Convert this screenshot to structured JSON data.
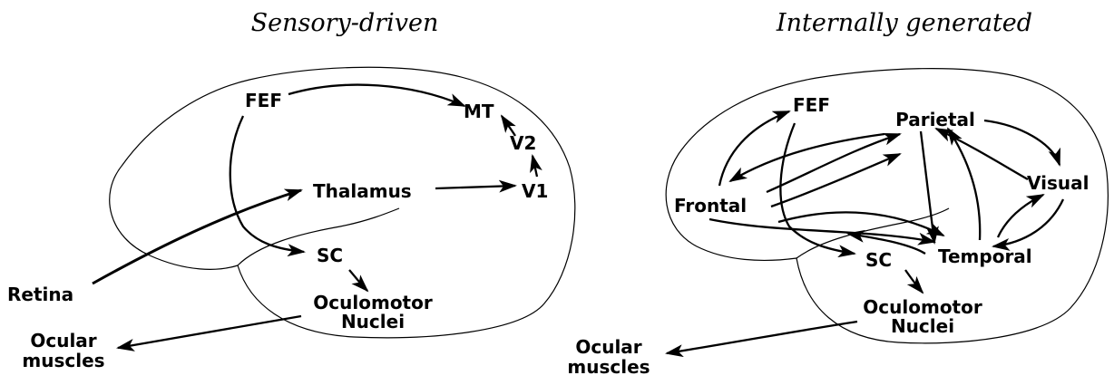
{
  "panels": {
    "left": {
      "title": "Sensory-driven",
      "labels": {
        "fef": "FEF",
        "mt": "MT",
        "v2": "V2",
        "thalamus": "Thalamus",
        "v1": "V1",
        "sc": "SC",
        "retina": "Retina",
        "oculomotor_1": "Oculomotor",
        "oculomotor_2": "Nuclei",
        "ocular_1": "Ocular",
        "ocular_2": "muscles"
      }
    },
    "right": {
      "title": "Internally generated",
      "labels": {
        "fef": "FEF",
        "parietal": "Parietal",
        "frontal": "Frontal",
        "visual": "Visual",
        "temporal": "Temporal",
        "sc": "SC",
        "oculomotor_1": "Oculomotor",
        "oculomotor_2": "Nuclei",
        "ocular_1": "Ocular",
        "ocular_2": "muscles"
      }
    }
  }
}
